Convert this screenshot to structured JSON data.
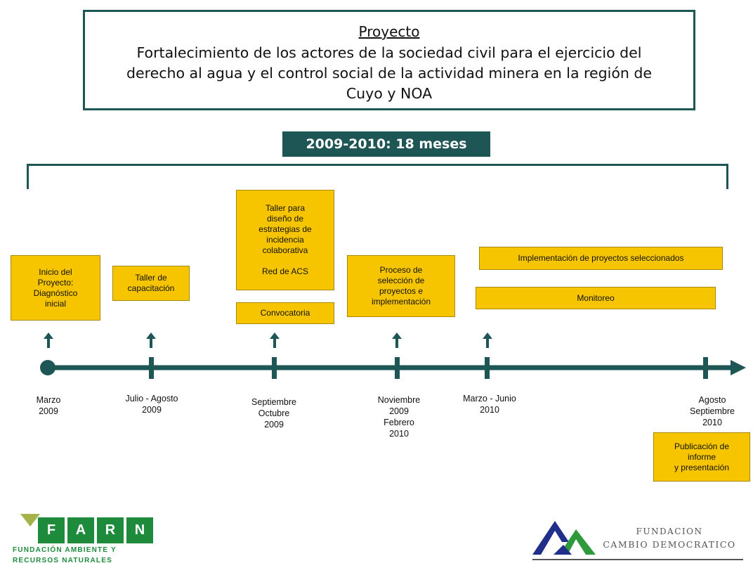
{
  "title_box": {
    "heading": "Proyecto",
    "text": "Fortalecimiento de los actores de la sociedad civil para el ejercicio del derecho al agua y el control social de la actividad minera en la región de Cuyo y NOA"
  },
  "duration": "2009-2010: 18 meses",
  "boxes": {
    "inicio": "Inicio del\nProyecto:\nDiagnóstico\ninicial",
    "taller_cap": "Taller de\ncapacitación",
    "taller_estr": "Taller para\ndiseño de\nestrategias de\nincidencia\ncolaborativa\n\nRed de ACS",
    "convocatoria": "Convocatoria",
    "proceso": "Proceso de\nselección de\nproyectos e\nimplementación",
    "implementacion": "Implementación de proyectos seleccionados",
    "monitoreo": "Monitoreo",
    "publicacion": "Publicación de\ninforme\ny  presentación"
  },
  "dates": {
    "d1": "Marzo\n2009",
    "d2": "Julio - Agosto\n2009",
    "d3": "Septiembre\nOctubre\n2009",
    "d4": "Noviembre\n2009\nFebrero\n2010",
    "d5": "Marzo - Junio\n2010",
    "d6": "Agosto\nSeptiembre\n2010"
  },
  "logos": {
    "farn_letters": [
      "F",
      "A",
      "R",
      "N"
    ],
    "farn_line1": "FUNDACIÓN AMBIENTE Y",
    "farn_line2": "RECURSOS NATURALES",
    "fcd_line1": "FUNDACION",
    "fcd_line2": "CAMBIO DEMOCRATICO"
  },
  "colors": {
    "teal": "#1e5555",
    "yellow": "#f7c500",
    "farn_green": "#1e8a3c"
  }
}
